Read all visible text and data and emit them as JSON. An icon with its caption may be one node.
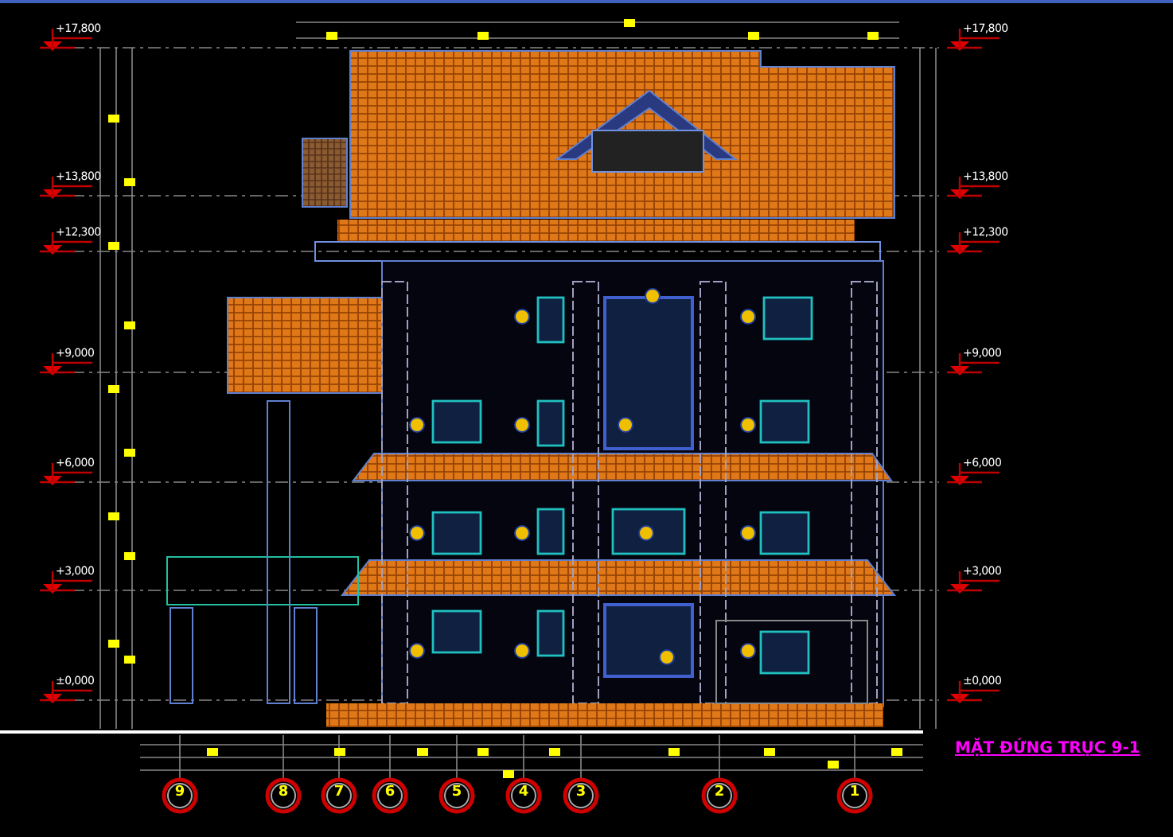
{
  "diagram": {
    "title": "MẶT ĐỨNG TRỤC 9-1",
    "labels": [
      "+17,800",
      "+17,800",
      "+13,800",
      "+13,800",
      "+12,300",
      "+12,300",
      "+9,000",
      "+9,000",
      "+6,000",
      "+6,000",
      "+3,000",
      "+3,000",
      "±0,000",
      "±0,000",
      "9",
      "8",
      "7",
      "6",
      "5",
      "4",
      "3",
      "2",
      "1"
    ]
  }
}
